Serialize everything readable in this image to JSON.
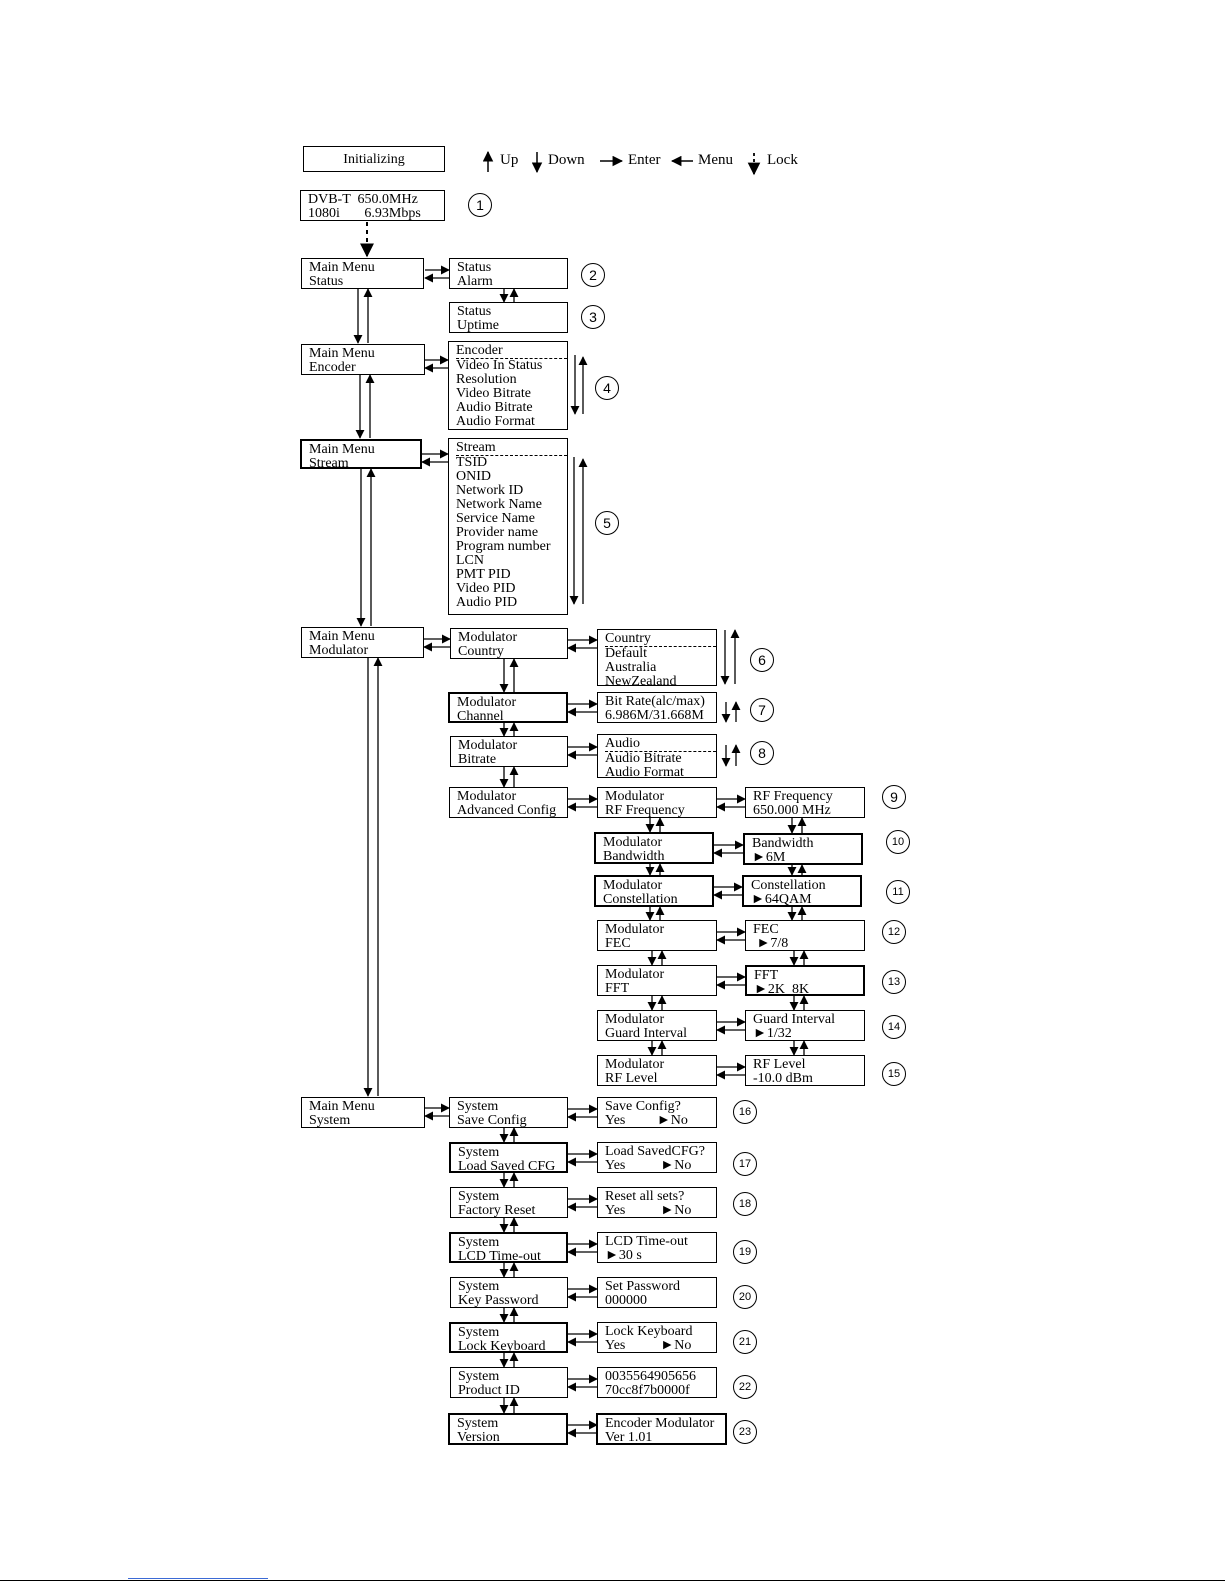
{
  "legend": {
    "up": "Up",
    "down": "Down",
    "enter": "Enter",
    "menu": "Menu",
    "lock": "Lock"
  },
  "boxes": {
    "init": [
      "Initializing"
    ],
    "home": [
      "DVB-T  650.0MHz",
      "1080i       6.93Mbps"
    ],
    "main_status": [
      "Main Menu",
      "Status"
    ],
    "status_alarm": [
      "Status",
      "Alarm"
    ],
    "status_uptime": [
      "Status",
      "Uptime"
    ],
    "main_encoder": [
      "Main Menu",
      "Encoder"
    ],
    "encoder_list": [
      "Encoder",
      "Video In Status",
      "Resolution",
      "Video Bitrate",
      "Audio Bitrate",
      "Audio Format"
    ],
    "main_stream": [
      "Main Menu",
      "Stream"
    ],
    "stream_list": [
      "Stream",
      "TSID",
      "ONID",
      "Network ID",
      "Network Name",
      "Service Name",
      "Provider name",
      "Program number",
      "LCN",
      "PMT PID",
      "Video PID",
      "Audio PID"
    ],
    "main_modulator": [
      "Main Menu",
      "Modulator"
    ],
    "mod_country": [
      "Modulator",
      "Country"
    ],
    "country_list": [
      "Country",
      "Default",
      "Australia",
      "NewZealand"
    ],
    "mod_channel": [
      "Modulator",
      "Channel"
    ],
    "channel_val": [
      "Bit Rate(alc/max)",
      "6.986M/31.668M"
    ],
    "mod_bitrate": [
      "Modulator",
      "Bitrate"
    ],
    "bitrate_list": [
      "Audio",
      "Audio Bitrate",
      "Audio Format"
    ],
    "mod_adv": [
      "Modulator",
      "Advanced Config"
    ],
    "adv_rf": [
      "Modulator",
      "RF Frequency"
    ],
    "rf_val": [
      "RF Frequency",
      "650.000 MHz"
    ],
    "adv_bw": [
      "Modulator",
      "Bandwidth"
    ],
    "bw_val": [
      "Bandwidth",
      "►6M"
    ],
    "adv_const": [
      "Modulator",
      "Constellation"
    ],
    "const_val": [
      "Constellation",
      "►64QAM"
    ],
    "adv_fec": [
      "Modulator",
      "FEC"
    ],
    "fec_val": [
      "FEC",
      " ►7/8"
    ],
    "adv_fft": [
      "Modulator",
      "FFT"
    ],
    "fft_val": [
      "FFT",
      "►2K  8K"
    ],
    "adv_gi": [
      "Modulator",
      "Guard Interval"
    ],
    "gi_val": [
      "Guard Interval",
      "►1/32"
    ],
    "adv_rfl": [
      "Modulator",
      "RF Level"
    ],
    "rfl_val": [
      "RF Level",
      "-10.0 dBm"
    ],
    "main_system": [
      "Main Menu",
      "System"
    ],
    "sys_save": [
      "System",
      "Save Config"
    ],
    "save_val": [
      "Save Config?",
      "Yes         ►No"
    ],
    "sys_load": [
      "System",
      "Load Saved CFG"
    ],
    "load_val": [
      "Load SavedCFG?",
      "Yes          ►No"
    ],
    "sys_reset": [
      "System",
      "Factory Reset"
    ],
    "reset_val": [
      "Reset all sets?",
      "Yes          ►No"
    ],
    "sys_lcd": [
      "System",
      "LCD Time-out"
    ],
    "lcd_val": [
      "LCD Time-out",
      "►30 s"
    ],
    "sys_key": [
      "System",
      "Key Password"
    ],
    "key_val": [
      "Set Password",
      "000000"
    ],
    "sys_lock": [
      "System",
      "Lock Keyboard"
    ],
    "lock_val": [
      "Lock Keyboard",
      "Yes          ►No"
    ],
    "sys_pid": [
      "System",
      "Product ID"
    ],
    "pid_val": [
      "0035564905656",
      "70cc8f7b0000f"
    ],
    "sys_ver": [
      "System",
      "Version"
    ],
    "ver_val": [
      "Encoder Modulator",
      "Ver 1.01"
    ]
  },
  "markers": [
    "1",
    "2",
    "3",
    "4",
    "5",
    "6",
    "7",
    "8",
    "9",
    "10",
    "11",
    "12",
    "13",
    "14",
    "15",
    "16",
    "17",
    "18",
    "19",
    "20",
    "21",
    "22",
    "23"
  ]
}
